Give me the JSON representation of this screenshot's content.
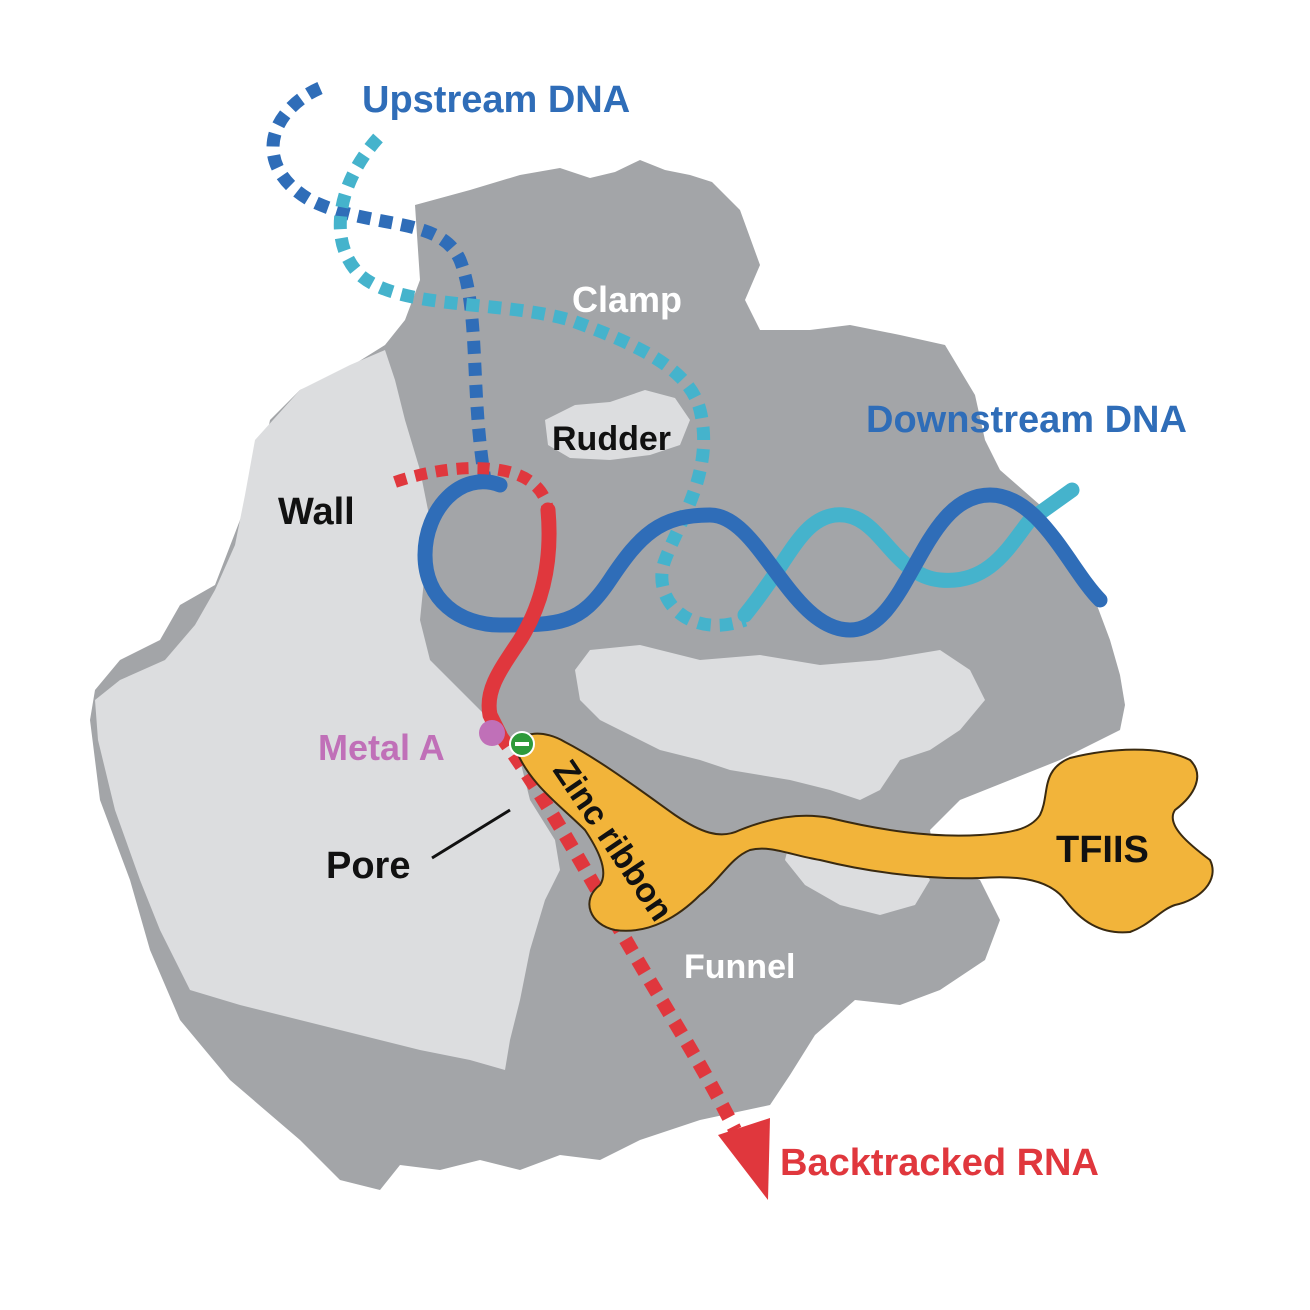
{
  "labels": {
    "upstream_dna": "Upstream DNA",
    "clamp": "Clamp",
    "rudder": "Rudder",
    "downstream_dna": "Downstream DNA",
    "wall": "Wall",
    "metal_a": "Metal A",
    "pore": "Pore",
    "zinc_ribbon": "Zinc ribbon",
    "tfiis": "TFIIS",
    "funnel": "Funnel",
    "backtracked_rna": "Backtracked RNA"
  },
  "colors": {
    "background": "#ffffff",
    "polymerase_dark": "#a3a5a8",
    "polymerase_light": "#dcdddf",
    "dna_template": "#2f6db8",
    "dna_nontemplate": "#45b3cc",
    "rna": "#e0373d",
    "tfiis": "#f2b43a",
    "metal": "#c070b8",
    "label_dark": "#111111",
    "label_light": "#ffffff",
    "label_blue": "#2f6db8",
    "label_red": "#e0373d",
    "label_metal": "#c070b8"
  }
}
